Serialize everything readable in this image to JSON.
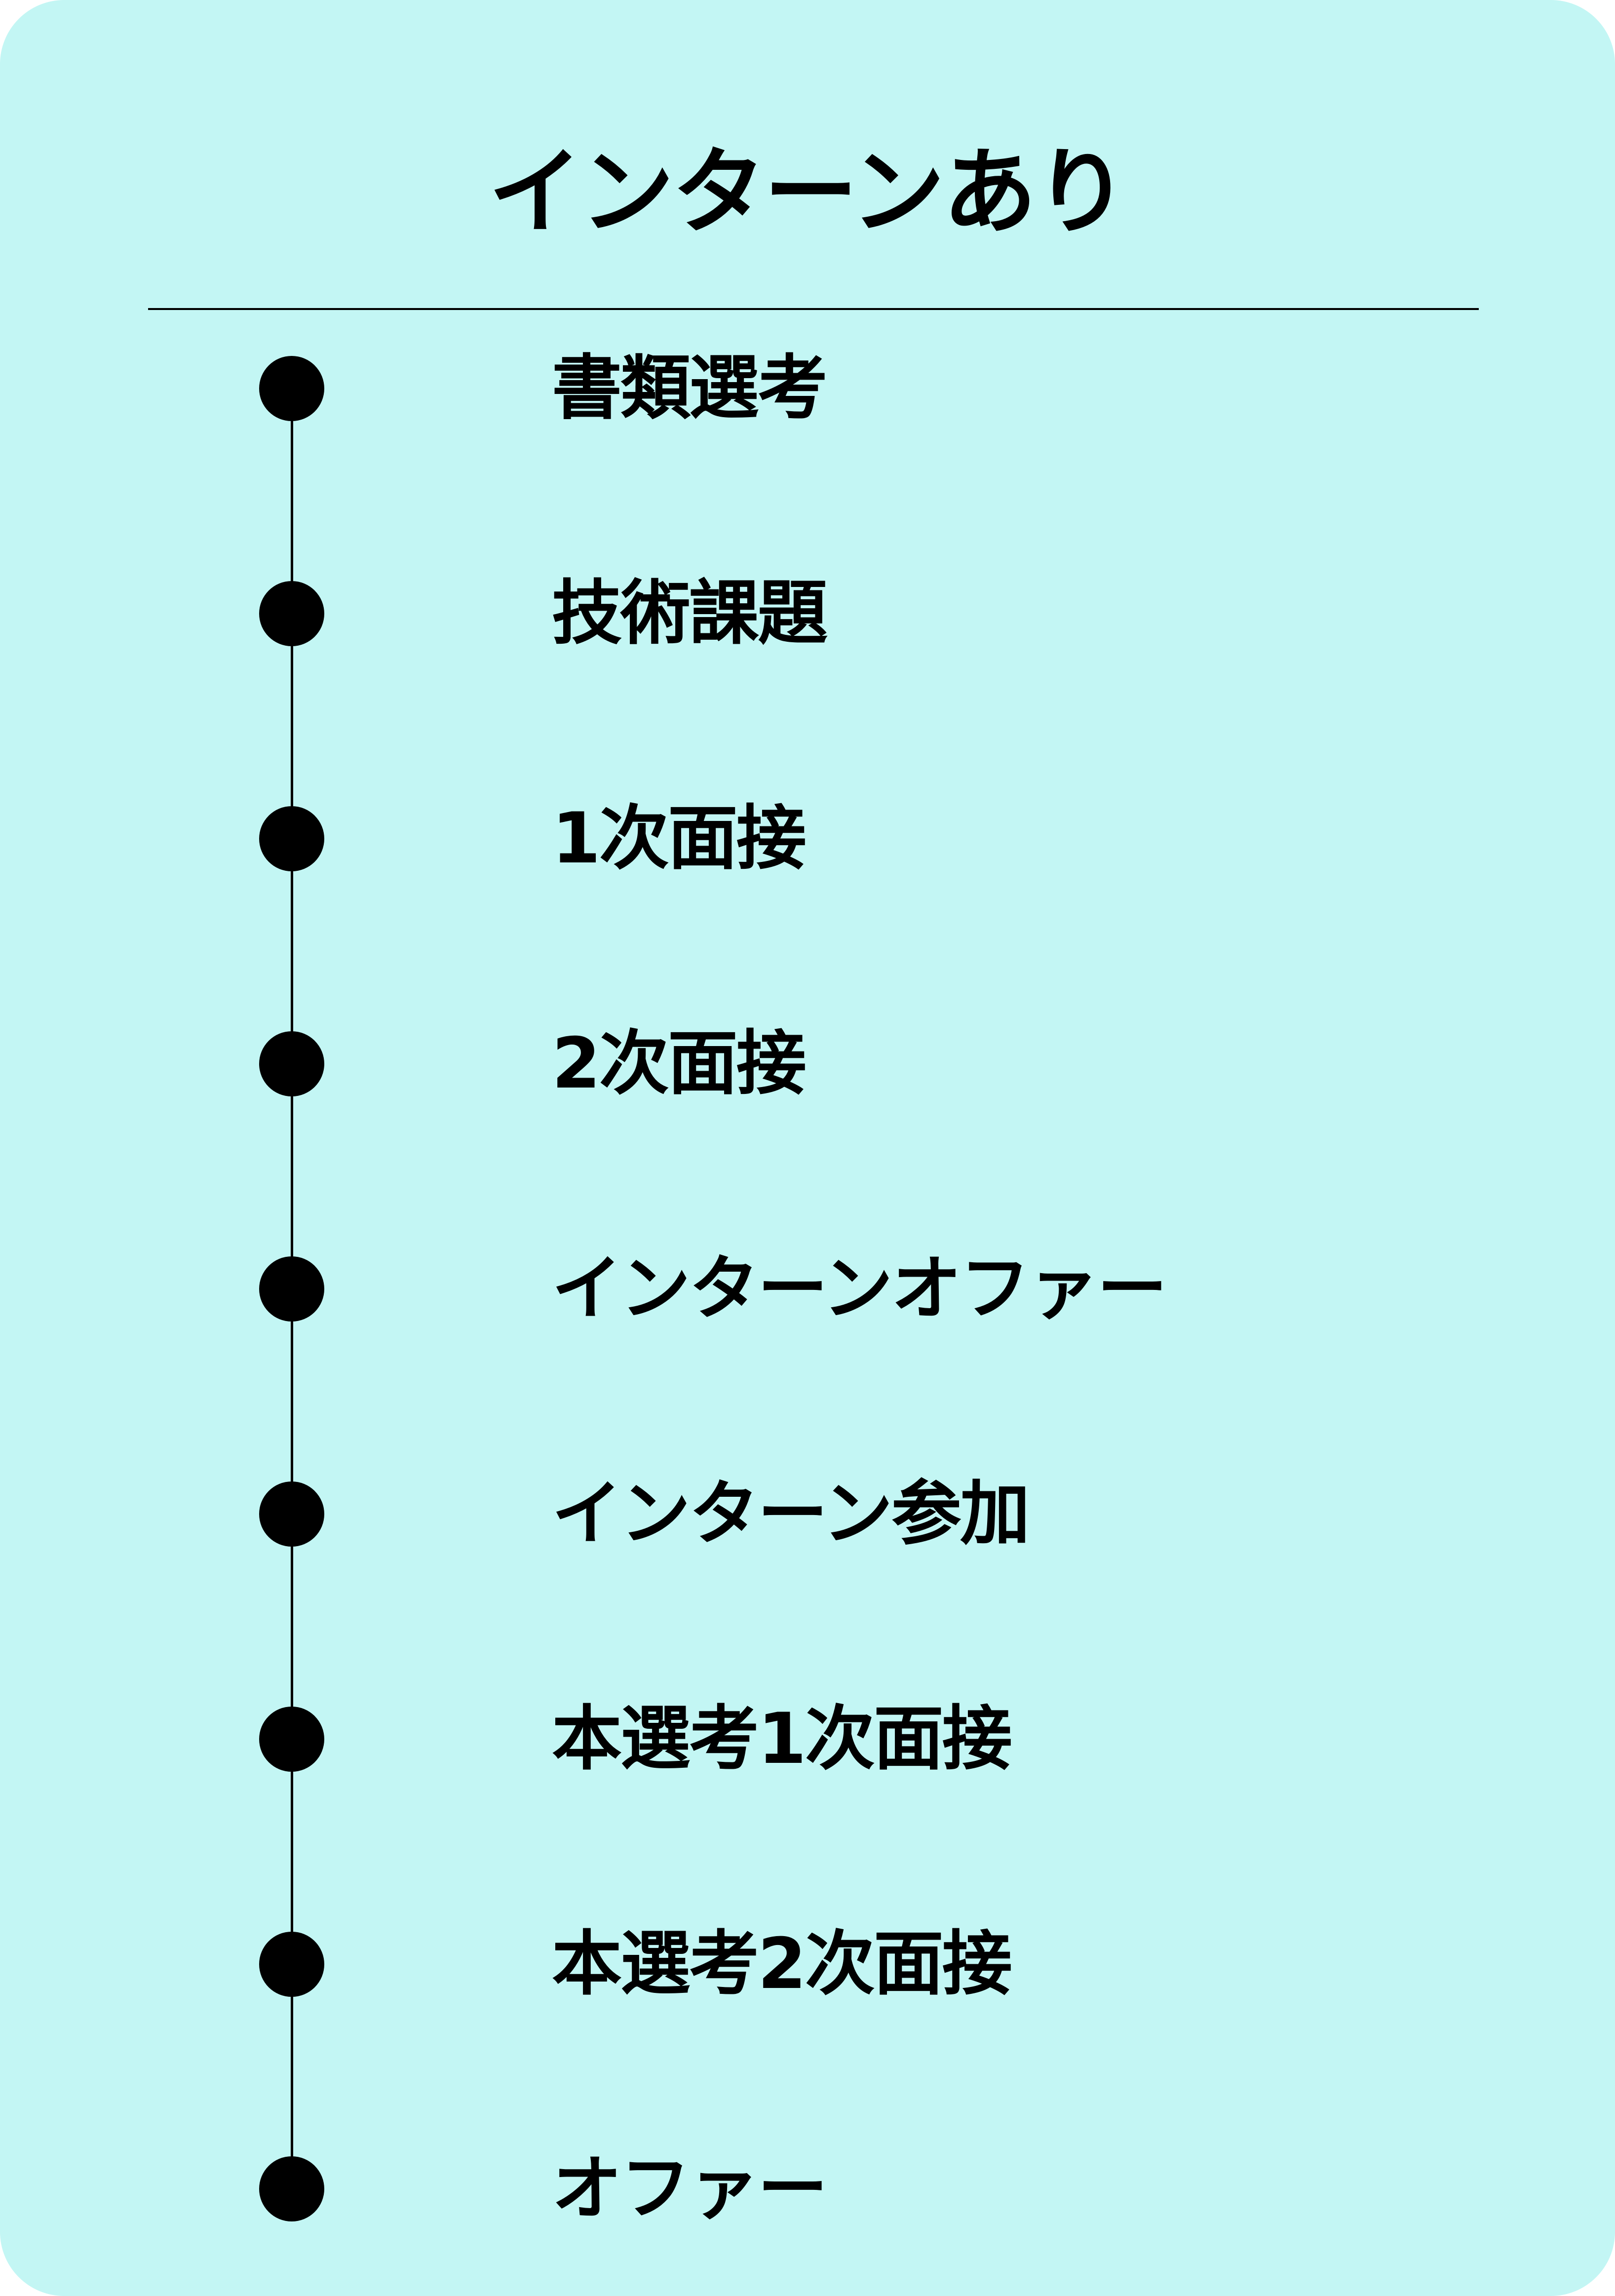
{
  "title": "インターンあり",
  "colors": {
    "background": "#c3f6f4",
    "text": "#000000",
    "dot": "#000000",
    "line": "#000000"
  },
  "steps": [
    {
      "label": "書類選考"
    },
    {
      "label": "技術課題"
    },
    {
      "label": "1次面接"
    },
    {
      "label": "2次面接"
    },
    {
      "label": "インターンオファー"
    },
    {
      "label": "インターン参加"
    },
    {
      "label": "本選考1次面接"
    },
    {
      "label": "本選考2次面接"
    },
    {
      "label": "オファー"
    }
  ]
}
